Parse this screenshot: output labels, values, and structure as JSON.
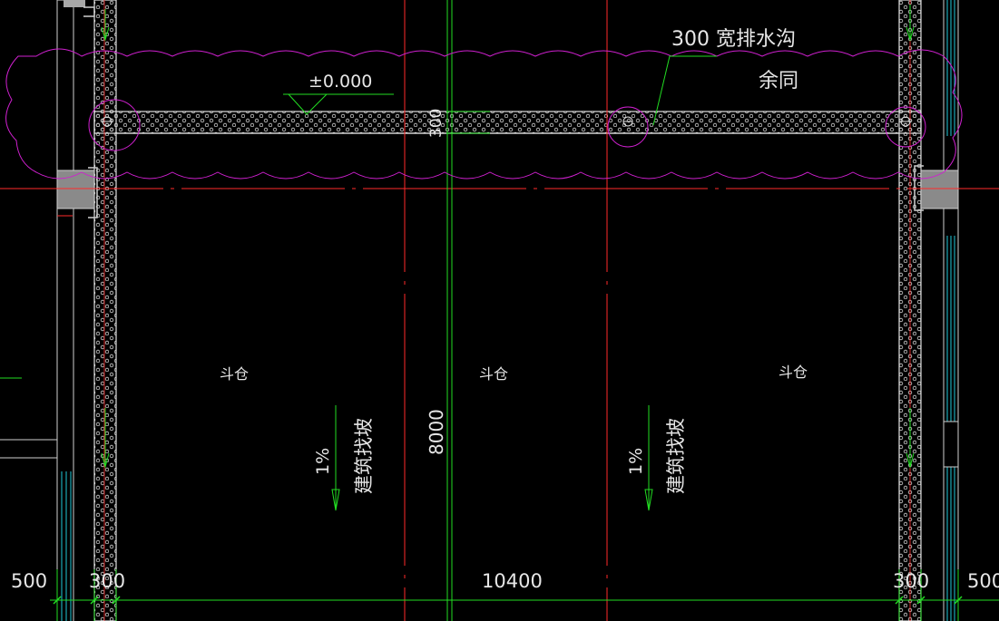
{
  "annotations": {
    "drain_label": "300 宽排水沟",
    "same_elsewhere": "余同",
    "elevation": "±0.000",
    "drain_width": "300",
    "hopper_left": "斗仓",
    "hopper_center": "斗仓",
    "hopper_right": "斗仓",
    "slope_left_pct": "1%",
    "slope_left_text": "建筑找坡",
    "slope_right_pct": "1%",
    "slope_right_text": "建筑找坡",
    "height_dim": "8000"
  },
  "dimensions": {
    "left_margin": "500",
    "left_wall": "300",
    "span": "10400",
    "right_wall": "300",
    "right_margin": "500"
  },
  "colors": {
    "background": "#000000",
    "wall": "#e0e0e0",
    "axis_red": "#ff2a2a",
    "center_green": "#22dd22",
    "cloud_magenta": "#d020d0",
    "cyan": "#21c8d8",
    "text": "#e6e6e6"
  }
}
